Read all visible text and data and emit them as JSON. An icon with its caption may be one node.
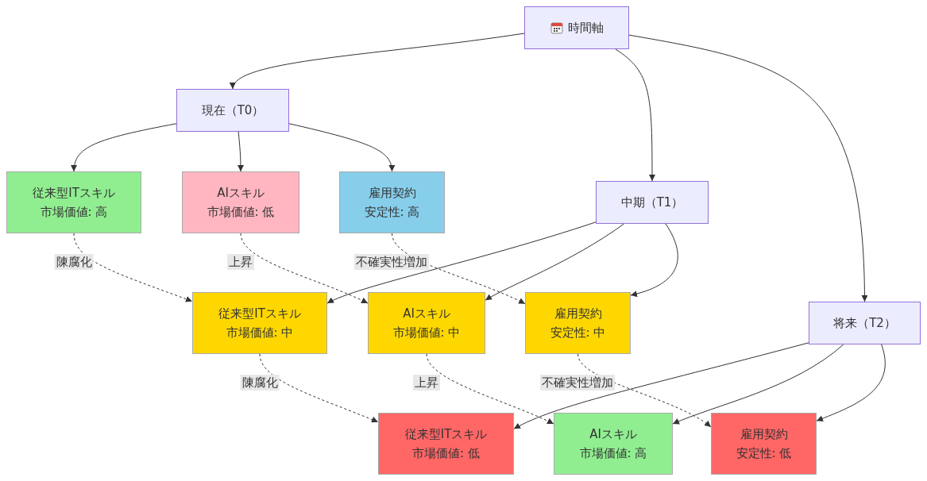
{
  "diagram": {
    "nodes": [
      {
        "text": [
          "時間軸"
        ]
      },
      {
        "text": [
          "現在（T0）"
        ]
      },
      {
        "text": [
          "従来型ITスキル",
          "市場価値: 高"
        ]
      },
      {
        "text": [
          "AIスキル",
          "市場価値: 低"
        ]
      },
      {
        "text": [
          "雇用契約",
          "安定性: 高"
        ]
      },
      {
        "text": [
          "中期（T1）"
        ]
      },
      {
        "text": [
          "従来型ITスキル",
          "市場価値: 中"
        ]
      },
      {
        "text": [
          "AIスキル",
          "市場価値: 中"
        ]
      },
      {
        "text": [
          "雇用契約",
          "安定性: 中"
        ]
      },
      {
        "text": [
          "将来（T2）"
        ]
      },
      {
        "text": [
          "従来型ITスキル",
          "市場価値: 低"
        ]
      },
      {
        "text": [
          "AIスキル",
          "市場価値: 高"
        ]
      },
      {
        "text": [
          "雇用契約",
          "安定性: 低"
        ]
      }
    ],
    "edges": [
      {
        "from": 0,
        "to": 1,
        "arrow": "to"
      },
      {
        "from": 0,
        "to": 5,
        "arrow": "to"
      },
      {
        "from": 0,
        "to": 9,
        "arrow": "to"
      },
      {
        "from": 1,
        "to": 2,
        "arrow": "to"
      },
      {
        "from": 1,
        "to": 3,
        "arrow": "to"
      },
      {
        "from": 1,
        "to": 4,
        "arrow": "to"
      },
      {
        "from": 2,
        "to": 6,
        "arrow": "to",
        "label": "陳腐化",
        "style": "dashed"
      },
      {
        "from": 3,
        "to": 7,
        "arrow": "to",
        "label": "上昇",
        "style": "dashed"
      },
      {
        "from": 4,
        "to": 8,
        "arrow": "to",
        "label": "不確実性増加",
        "style": "dashed"
      },
      {
        "from": 5,
        "to": 6,
        "arrow": "to"
      },
      {
        "from": 5,
        "to": 7,
        "arrow": "to"
      },
      {
        "from": 5,
        "to": 8,
        "arrow": "to"
      },
      {
        "from": 6,
        "to": 10,
        "arrow": "to",
        "label": "陳腐化",
        "style": "dashed"
      },
      {
        "from": 7,
        "to": 11,
        "arrow": "to",
        "label": "上昇",
        "style": "dashed"
      },
      {
        "from": 8,
        "to": 12,
        "arrow": "to",
        "label": "不確実性増加",
        "style": "dashed"
      },
      {
        "from": 9,
        "to": 10,
        "arrow": "to"
      },
      {
        "from": 9,
        "to": 11,
        "arrow": "to"
      },
      {
        "from": 9,
        "to": 12,
        "arrow": "to"
      }
    ]
  }
}
